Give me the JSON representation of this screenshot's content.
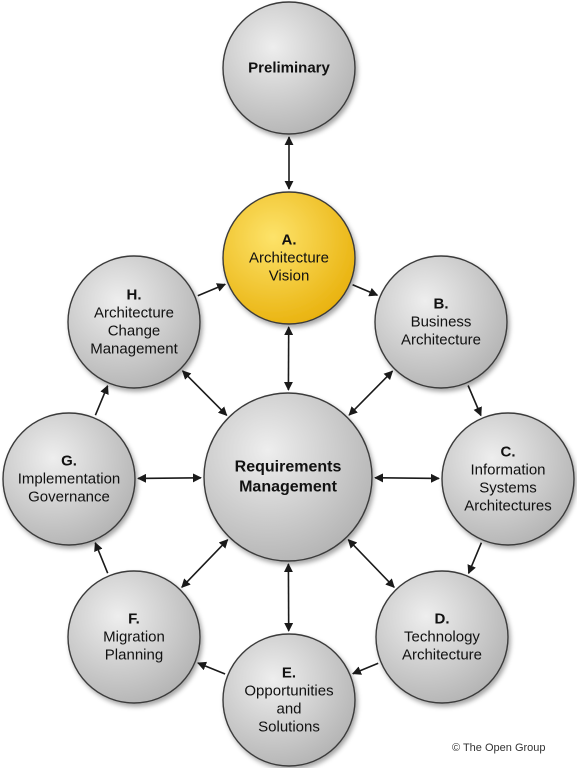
{
  "colors": {
    "node_fill_light": "#eeeeee",
    "node_fill_dark": "#b4b4b4",
    "highlight_fill_light": "#fde36a",
    "highlight_fill_dark": "#e9b20e",
    "stroke": "#3a3a3a",
    "arrow": "#1a1a1a"
  },
  "nodes": [
    {
      "id": "preliminary",
      "letter": "",
      "lines": [
        "Preliminary"
      ],
      "bold": true
    },
    {
      "id": "a",
      "letter": "A.",
      "lines": [
        "Architecture",
        "Vision"
      ],
      "highlight": true
    },
    {
      "id": "b",
      "letter": "B.",
      "lines": [
        "Business",
        "Architecture"
      ]
    },
    {
      "id": "c",
      "letter": "C.",
      "lines": [
        "Information",
        "Systems",
        "Architectures"
      ]
    },
    {
      "id": "d",
      "letter": "D.",
      "lines": [
        "Technology",
        "Architecture"
      ]
    },
    {
      "id": "e",
      "letter": "E.",
      "lines": [
        "Opportunities",
        "and",
        "Solutions"
      ]
    },
    {
      "id": "f",
      "letter": "F.",
      "lines": [
        "Migration",
        "Planning"
      ]
    },
    {
      "id": "g",
      "letter": "G.",
      "lines": [
        "Implementation",
        "Governance"
      ]
    },
    {
      "id": "h",
      "letter": "H.",
      "lines": [
        "Architecture",
        "Change",
        "Management"
      ]
    },
    {
      "id": "requirements",
      "letter": "",
      "lines": [
        "Requirements",
        "Management"
      ],
      "bold": true
    }
  ],
  "edges": [
    {
      "from": "preliminary",
      "to": "a",
      "bidirectional": true
    },
    {
      "from": "a",
      "to": "b",
      "bidirectional": false
    },
    {
      "from": "b",
      "to": "c",
      "bidirectional": false
    },
    {
      "from": "c",
      "to": "d",
      "bidirectional": false
    },
    {
      "from": "d",
      "to": "e",
      "bidirectional": false
    },
    {
      "from": "e",
      "to": "f",
      "bidirectional": false
    },
    {
      "from": "f",
      "to": "g",
      "bidirectional": false
    },
    {
      "from": "g",
      "to": "h",
      "bidirectional": false
    },
    {
      "from": "h",
      "to": "a",
      "bidirectional": false
    },
    {
      "from": "requirements",
      "to": "a",
      "bidirectional": true
    },
    {
      "from": "requirements",
      "to": "b",
      "bidirectional": true
    },
    {
      "from": "requirements",
      "to": "c",
      "bidirectional": true
    },
    {
      "from": "requirements",
      "to": "d",
      "bidirectional": true
    },
    {
      "from": "requirements",
      "to": "e",
      "bidirectional": true
    },
    {
      "from": "requirements",
      "to": "f",
      "bidirectional": true
    },
    {
      "from": "requirements",
      "to": "g",
      "bidirectional": true
    },
    {
      "from": "requirements",
      "to": "h",
      "bidirectional": true
    }
  ],
  "copyright": "© The Open Group"
}
